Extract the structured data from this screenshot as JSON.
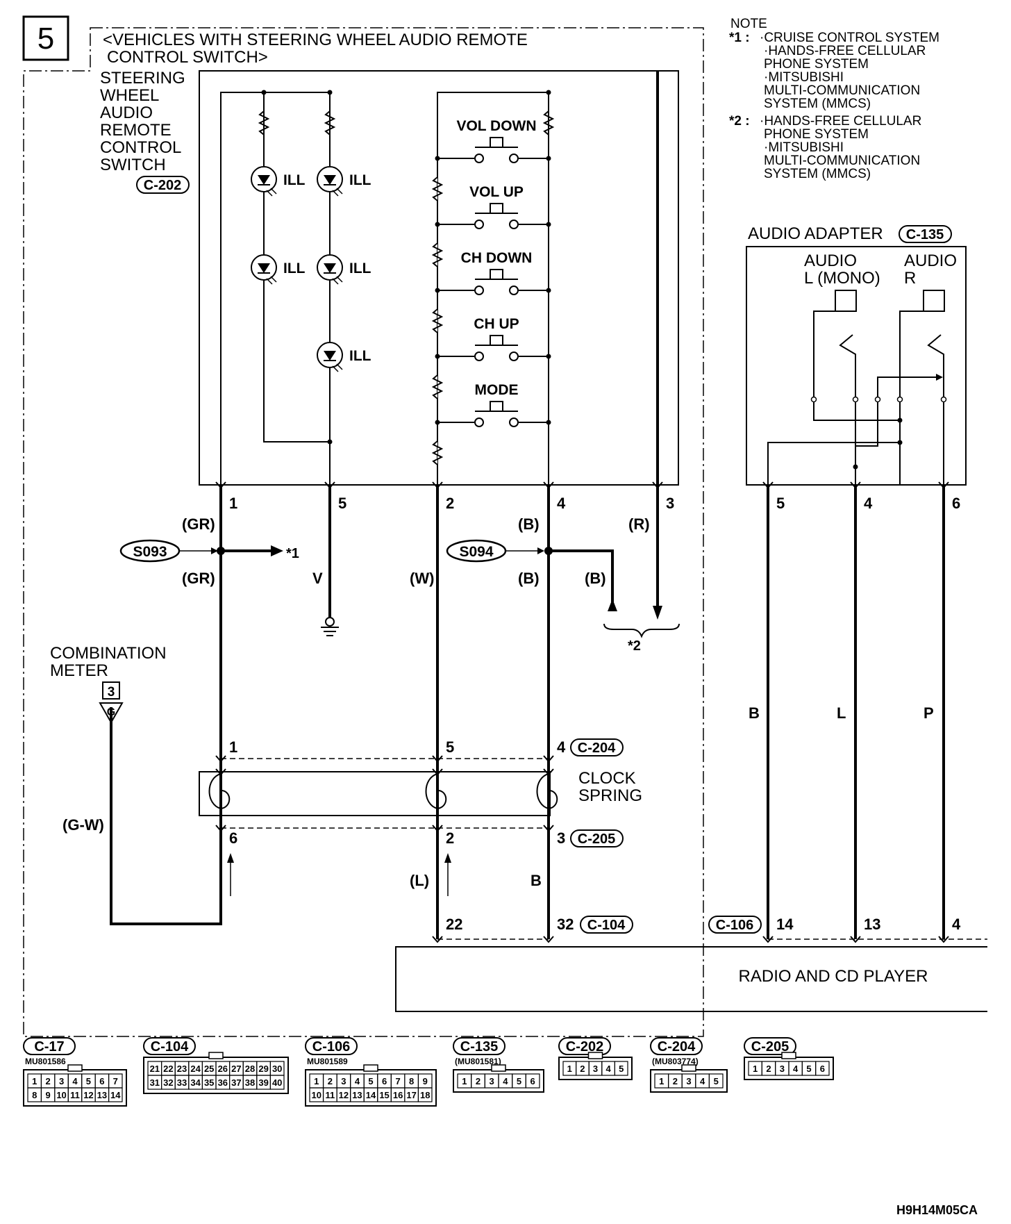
{
  "page_number": "5",
  "title_line1": "<VEHICLES WITH STEERING WHEEL AUDIO REMOTE",
  "title_line2": "CONTROL SWITCH>",
  "note": {
    "heading": "NOTE",
    "n1_mark": "*1 :",
    "n1_lines": [
      "·CRUISE CONTROL SYSTEM",
      "·HANDS-FREE CELLULAR",
      "PHONE SYSTEM",
      "·MITSUBISHI",
      "MULTI-COMMUNICATION",
      "SYSTEM (MMCS)"
    ],
    "n2_mark": "*2 :",
    "n2_lines": [
      "·HANDS-FREE CELLULAR",
      "PHONE SYSTEM",
      "·MITSUBISHI",
      "MULTI-COMMUNICATION",
      "SYSTEM (MMCS)"
    ]
  },
  "switch": {
    "name_lines": [
      "STEERING",
      "WHEEL",
      "AUDIO",
      "REMOTE",
      "CONTROL",
      "SWITCH"
    ],
    "connector": "C-202",
    "buttons": [
      "VOL DOWN",
      "VOL UP",
      "CH DOWN",
      "CH UP",
      "MODE"
    ],
    "ill_label": "ILL",
    "pins": [
      "1",
      "5",
      "2",
      "4",
      "3"
    ]
  },
  "audio_adapter": {
    "name": "AUDIO ADAPTER",
    "connector": "C-135",
    "left_label": [
      "AUDIO",
      "L (MONO)"
    ],
    "right_label": [
      "AUDIO",
      "R"
    ],
    "pins": [
      "5",
      "4",
      "6"
    ]
  },
  "splices": {
    "s1": "S093",
    "s2": "S094"
  },
  "wire_colors": {
    "gr_top": "(GR)",
    "gr_bottom": "(GR)",
    "v": "V",
    "w": "(W)",
    "b1": "(B)",
    "b2": "(B)",
    "b3": "(B)",
    "r": "(R)",
    "gw": "(G-W)",
    "l": "(L)",
    "b": "B",
    "B": "B",
    "L": "L",
    "P": "P"
  },
  "refs": {
    "star1": "*1",
    "star2": "*2"
  },
  "combination_meter": {
    "lines": [
      "COMBINATION",
      "METER"
    ],
    "page": "3",
    "terminal": "G"
  },
  "clock_spring": {
    "lines": [
      "CLOCK",
      "SPRING"
    ],
    "top_conn": "C-204",
    "bottom_conn": "C-205",
    "top_pins": [
      "1",
      "5",
      "4"
    ],
    "bottom_pins": [
      "6",
      "2",
      "3"
    ]
  },
  "radio": {
    "name": "RADIO AND CD PLAYER",
    "conn_left": "C-106",
    "conn_right": "C-104",
    "pins_right": [
      "22",
      "32"
    ],
    "pins_left": [
      "14",
      "13",
      "4"
    ]
  },
  "connector_views": [
    {
      "label": "C-17",
      "part": "MU801586",
      "rows": [
        [
          "1",
          "2",
          "3",
          "4",
          "5",
          "6",
          "7"
        ],
        [
          "8",
          "9",
          "10",
          "11",
          "12",
          "13",
          "14"
        ]
      ]
    },
    {
      "label": "C-104",
      "part": "",
      "rows": [
        [
          "21",
          "22",
          "23",
          "24",
          "25",
          "26",
          "27",
          "28",
          "29",
          "30"
        ],
        [
          "31",
          "32",
          "33",
          "34",
          "35",
          "36",
          "37",
          "38",
          "39",
          "40"
        ]
      ]
    },
    {
      "label": "C-106",
      "part": "MU801589",
      "rows": [
        [
          "1",
          "2",
          "3",
          "4",
          "5",
          "6",
          "7",
          "8",
          "9"
        ],
        [
          "10",
          "11",
          "12",
          "13",
          "14",
          "15",
          "16",
          "17",
          "18"
        ]
      ]
    },
    {
      "label": "C-135",
      "part": "(MU801581)",
      "rows": [
        [
          "1",
          "2",
          "3",
          "4",
          "5",
          "6"
        ]
      ]
    },
    {
      "label": "C-202",
      "part": "",
      "rows": [
        [
          "1",
          "2",
          "3",
          "4",
          "5"
        ]
      ]
    },
    {
      "label": "C-204",
      "part": "(MU803774)",
      "rows": [
        [
          "1",
          "2",
          "3",
          "4",
          "5"
        ]
      ]
    },
    {
      "label": "C-205",
      "part": "",
      "rows": [
        [
          "1",
          "2",
          "3",
          "4",
          "5",
          "6"
        ]
      ]
    }
  ],
  "figure_code": "H9H14M05CA"
}
